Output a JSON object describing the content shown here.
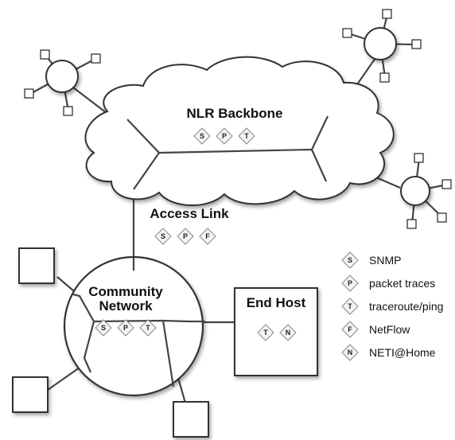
{
  "backbone": {
    "title": "NLR Backbone",
    "badges": [
      "S",
      "P",
      "T"
    ]
  },
  "access_link": {
    "title": "Access Link",
    "badges": [
      "S",
      "P",
      "F"
    ]
  },
  "community": {
    "title_line1": "Community",
    "title_line2": "Network",
    "badges": [
      "S",
      "P",
      "T"
    ]
  },
  "end_host": {
    "title": "End Host",
    "badges": [
      "T",
      "N"
    ]
  },
  "legend": [
    {
      "letter": "S",
      "label": "SNMP"
    },
    {
      "letter": "P",
      "label": "packet traces"
    },
    {
      "letter": "T",
      "label": "traceroute/ping"
    },
    {
      "letter": "F",
      "label": "NetFlow"
    },
    {
      "letter": "N",
      "label": "NETI@Home"
    }
  ]
}
